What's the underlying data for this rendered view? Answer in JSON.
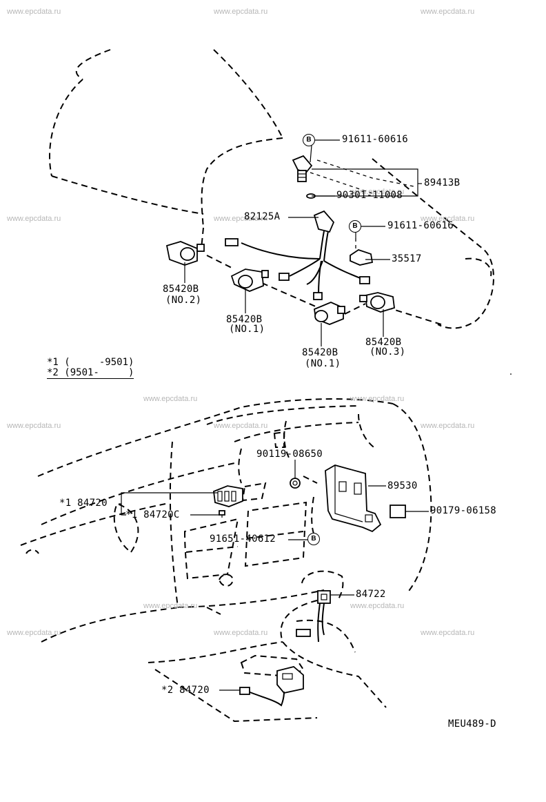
{
  "watermark": "www.epcdata.ru",
  "diagram_code": "MEU489-D",
  "bolt_symbol": "B",
  "notes": {
    "note1": "*1 (     -9501)",
    "note2": "*2 (9501-     )"
  },
  "top_parts": {
    "bolt_a": "91611-60616",
    "bracket_assy": "89413B",
    "washer": "90301-11008",
    "harness": "82125A",
    "bolt_b": "91611-60616",
    "clamp": "35517",
    "sensor_no2": "85420B",
    "sensor_no2_sub": "(NO.2)",
    "sensor_no1_left": "85420B",
    "sensor_no1_left_sub": "(NO.1)",
    "sensor_no1_bottom": "85420B",
    "sensor_no1_bottom_sub": "(NO.1)",
    "sensor_no3": "85420B",
    "sensor_no3_sub": "(NO.3)"
  },
  "bottom_parts": {
    "nut": "90119-08650",
    "computer": "89530",
    "screw": "90179-06158",
    "switch_1": "*1 84720",
    "switch_1c": "*1 84720C",
    "bolt_c": "91651-40612",
    "connector": "84722",
    "switch_2": "*2 84720"
  }
}
